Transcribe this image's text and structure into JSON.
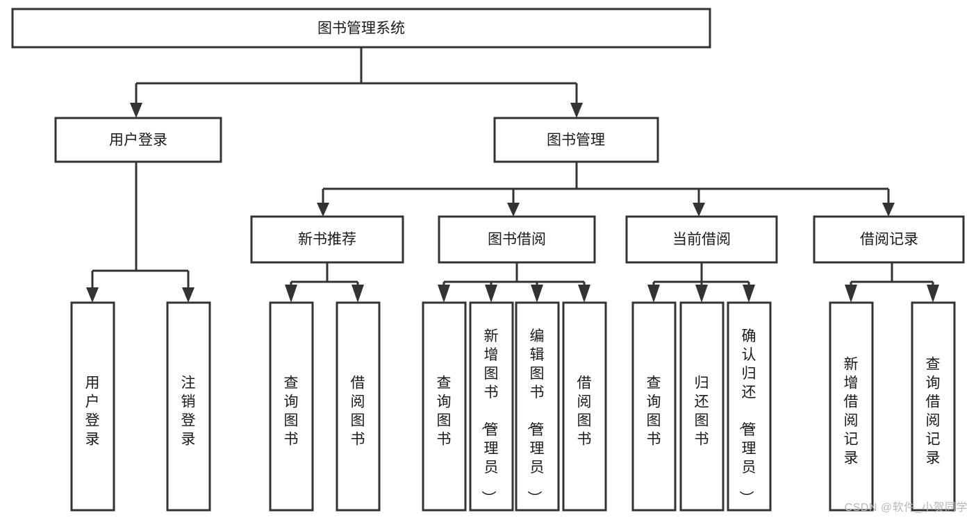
{
  "diagram": {
    "type": "hierarchy-tree",
    "title": "图书管理系统",
    "watermark": "CSDN @软件_小贺同学",
    "colors": {
      "box_stroke": "#333333",
      "box_fill": "#ffffff",
      "text": "#1a1a1a",
      "background": "#ffffff",
      "watermark": "#b8b8b8"
    },
    "nodes": {
      "root": {
        "label": "图书管理系统"
      },
      "level1": [
        {
          "label": "用户登录"
        },
        {
          "label": "图书管理"
        }
      ],
      "level2": [
        {
          "label": "新书推荐"
        },
        {
          "label": "图书借阅"
        },
        {
          "label": "当前借阅"
        },
        {
          "label": "借阅记录"
        }
      ],
      "leaves": {
        "user_login": [
          {
            "label": "用户登录"
          },
          {
            "label": "注销登录"
          }
        ],
        "new_book_recommend": [
          {
            "label": "查询图书"
          },
          {
            "label": "借阅图书"
          }
        ],
        "book_borrow": [
          {
            "label": "查询图书"
          },
          {
            "label": "新增图书（管理员）"
          },
          {
            "label": "编辑图书（管理员）"
          },
          {
            "label": "借阅图书"
          }
        ],
        "current_borrow": [
          {
            "label": "查询图书"
          },
          {
            "label": "归还图书"
          },
          {
            "label": "确认归还（管理员）"
          }
        ],
        "borrow_record": [
          {
            "label": "新增借阅记录"
          },
          {
            "label": "查询借阅记录"
          }
        ]
      }
    }
  }
}
